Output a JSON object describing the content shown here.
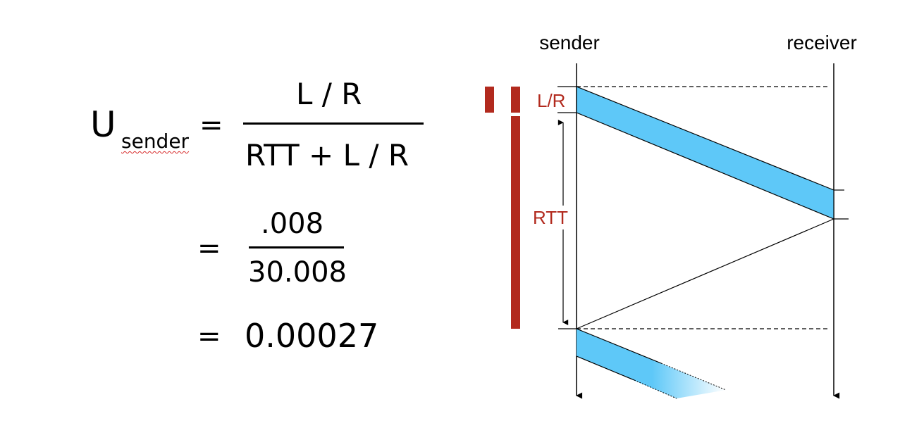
{
  "formula": {
    "u_main": "U",
    "u_sub": "sender",
    "equals": "=",
    "fraction1": {
      "numerator": "L / R",
      "denominator": "RTT + L / R"
    },
    "fraction2": {
      "numerator": ".008",
      "denominator": "30.008"
    },
    "result": "0.00027"
  },
  "diagram": {
    "sender_label": "sender",
    "receiver_label": "receiver",
    "transmission_time_label": "L/R",
    "rtt_label": "RTT",
    "colors": {
      "packet": "#5ec8f8",
      "highlight": "#b22a1e",
      "line": "#000000"
    }
  }
}
